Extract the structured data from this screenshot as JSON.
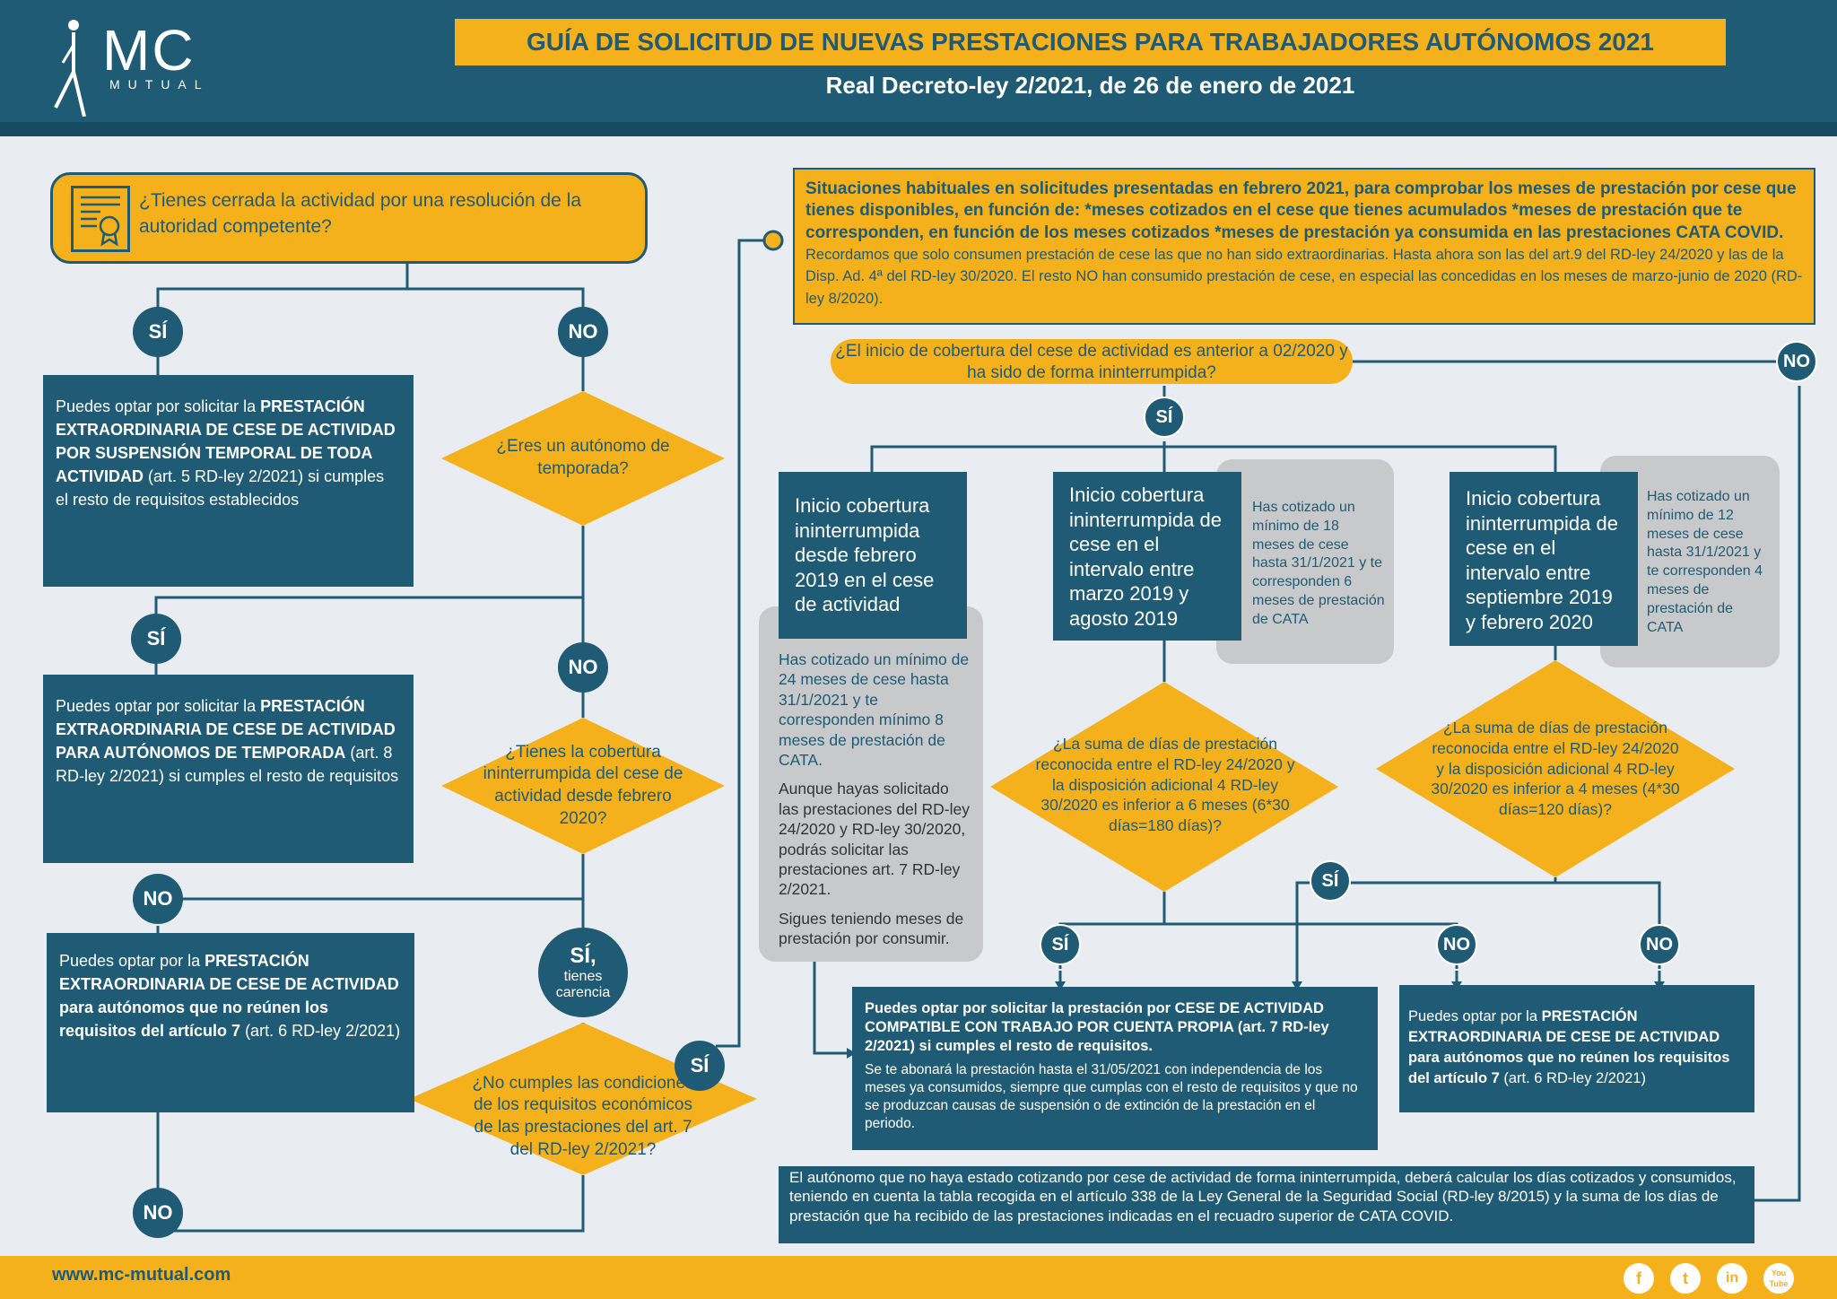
{
  "header": {
    "logo": "MC",
    "logo_sub": "MUTUAL",
    "title": "GUÍA DE SOLICITUD DE NUEVAS PRESTACIONES PARA TRABAJADORES AUTÓNOMOS 2021",
    "subtitle": "Real Decreto-ley 2/2021, de 26 de enero de 2021"
  },
  "colors": {
    "primary": "#1f5b74",
    "accent": "#f5b11b",
    "grey": "#c8c9cb",
    "background": "#e9ecf0"
  },
  "left": {
    "q1": "¿Tienes cerrada la actividad por una resolución de la autoridad competente?",
    "si1": "SÍ",
    "no1": "NO",
    "box1_pre": "Puedes optar por solicitar  la ",
    "box1_bold": "PRESTACIÓN EXTRAORDINARIA DE CESE DE ACTIVIDAD POR SUSPENSIÓN TEMPORAL DE TODA ACTIVIDAD",
    "box1_post": " (art. 5 RD-ley 2/2021) si cumples el resto de requisitos establecidos",
    "d1": "¿Eres un autónomo de temporada?",
    "si2": "SÍ",
    "no2": "NO",
    "box2_pre": "Puedes optar por solicitar  la ",
    "box2_bold": "PRESTACIÓN EXTRAORDINARIA DE CESE DE ACTIVIDAD PARA AUTÓNOMOS DE TEMPORADA",
    "box2_post": " (art. 8 RD-ley 2/2021) si cumples el resto de requisitos",
    "d2": "¿Tienes la cobertura ininterrumpida del cese de actividad desde febrero 2020?",
    "no3": "NO",
    "si_carencia_1": "SÍ,",
    "si_carencia_2": "tienes carencia",
    "box3_pre": "Puedes optar por la ",
    "box3_bold": "PRESTACIÓN EXTRAORDINARIA DE CESE DE ACTIVIDAD para autónomos que no reúnen los requisitos del artículo 7",
    "box3_post": " (art. 6 RD-ley 2/2021)",
    "d3": "¿No cumples las condiciones de los requisitos económicos de las prestaciones del art. 7 del RD-ley 2/2021?",
    "si4": "SÍ",
    "no4": "NO"
  },
  "note": {
    "bold": "Situaciones habituales en solicitudes presentadas en febrero 2021, para comprobar los meses de prestación por cese que tienes disponibles, en función de: *meses cotizados en el cese que tienes acumulados  *meses de prestación que te corresponden, en función de los meses cotizados  *meses de prestación ya consumida en las prestaciones CATA COVID.",
    "text": " Recordamos que solo consumen prestación de cese las que no han sido extraordinarias. Hasta ahora son las del art.9 del RD-ley 24/2020 y las de la Disp. Ad. 4ª del RD-ley 30/2020. El resto NO han consumido prestación de cese, en especial las concedidas en los meses de marzo-junio de 2020 (RD-ley 8/2020)."
  },
  "right": {
    "q_inicio": "¿El inicio de cobertura del cese de actividad es anterior a 02/2020 y ha sido de forma ininterrumpida?",
    "no_top": "NO",
    "si_top": "SÍ",
    "col1_title": "Inicio cobertura ininterrumpida desde febrero 2019 en el cese de actividad",
    "col1_grey_1": "Has cotizado un mínimo de 24 meses de cese hasta 31/1/2021 y te corresponden mínimo 8 meses de prestación de CATA.",
    "col1_grey_2": "Aunque hayas solicitado las prestaciones del RD-ley 24/2020 y RD-ley 30/2020, podrás solicitar las prestaciones art. 7 RD-ley 2/2021.",
    "col1_grey_3": "Sigues teniendo meses de prestación por consumir.",
    "col2_title": "Inicio cobertura ininterrumpida de cese en el intervalo entre marzo 2019 y agosto 2019",
    "col2_grey": "Has cotizado un mínimo de 18 meses de cese hasta 31/1/2021 y te corresponden 6 meses de prestación de CATA",
    "col2_q": "¿La suma de días de prestación reconocida entre el RD-ley 24/2020 y la disposición adicional 4 RD-ley 30/2020 es inferior a 6 meses (6*30 días=180 días)?",
    "col3_title": "Inicio cobertura ininterrumpida de cese en el intervalo entre septiembre 2019 y febrero 2020",
    "col3_grey": "Has cotizado un mínimo de 12 meses de cese hasta 31/1/2021 y te corresponden 4 meses de prestación de CATA",
    "col3_q": "¿La suma de días de prestación reconocida entre el RD-ley 24/2020 y la disposición adicional 4 RD-ley 30/2020 es inferior a 4 meses (4*30 días=120 días)?",
    "si_a": "SÍ",
    "si_b": "SÍ",
    "no_a": "NO",
    "no_b": "NO",
    "result1_bold": "Puedes optar por solicitar la prestación por CESE DE ACTIVIDAD COMPATIBLE CON TRABAJO POR CUENTA PROPIA (art. 7 RD-ley 2/2021) si cumples el resto de requisitos.",
    "result1_text": "Se te abonará la prestación hasta el 31/05/2021 con independencia de los meses ya consumidos, siempre que cumplas con el resto de requisitos y que no se produzcan causas de suspensión o de extinción de la prestación en el periodo.",
    "result2_pre": "Puedes optar por la ",
    "result2_bold": "PRESTACIÓN EXTRAORDINARIA DE CESE DE ACTIVIDAD para autónomos que no reúnen los requisitos del artículo 7",
    "result2_post": " (art. 6 RD-ley 2/2021)",
    "bottom_note": "El autónomo que no haya estado cotizando por cese de actividad de forma ininterrumpida, deberá calcular los días cotizados y consumidos, teniendo en cuenta la tabla recogida en el artículo 338 de la Ley General de la Seguridad Social (RD-ley 8/2015) y la suma de los días de prestación que ha recibido de las prestaciones indicadas en el recuadro superior de CATA COVID."
  },
  "footer": {
    "url": "www.mc-mutual.com",
    "social": [
      {
        "icon": "facebook-icon",
        "glyph": "f"
      },
      {
        "icon": "twitter-icon",
        "glyph": "t"
      },
      {
        "icon": "linkedin-icon",
        "glyph": "in"
      },
      {
        "icon": "youtube-icon",
        "glyph": "You Tube"
      }
    ]
  }
}
